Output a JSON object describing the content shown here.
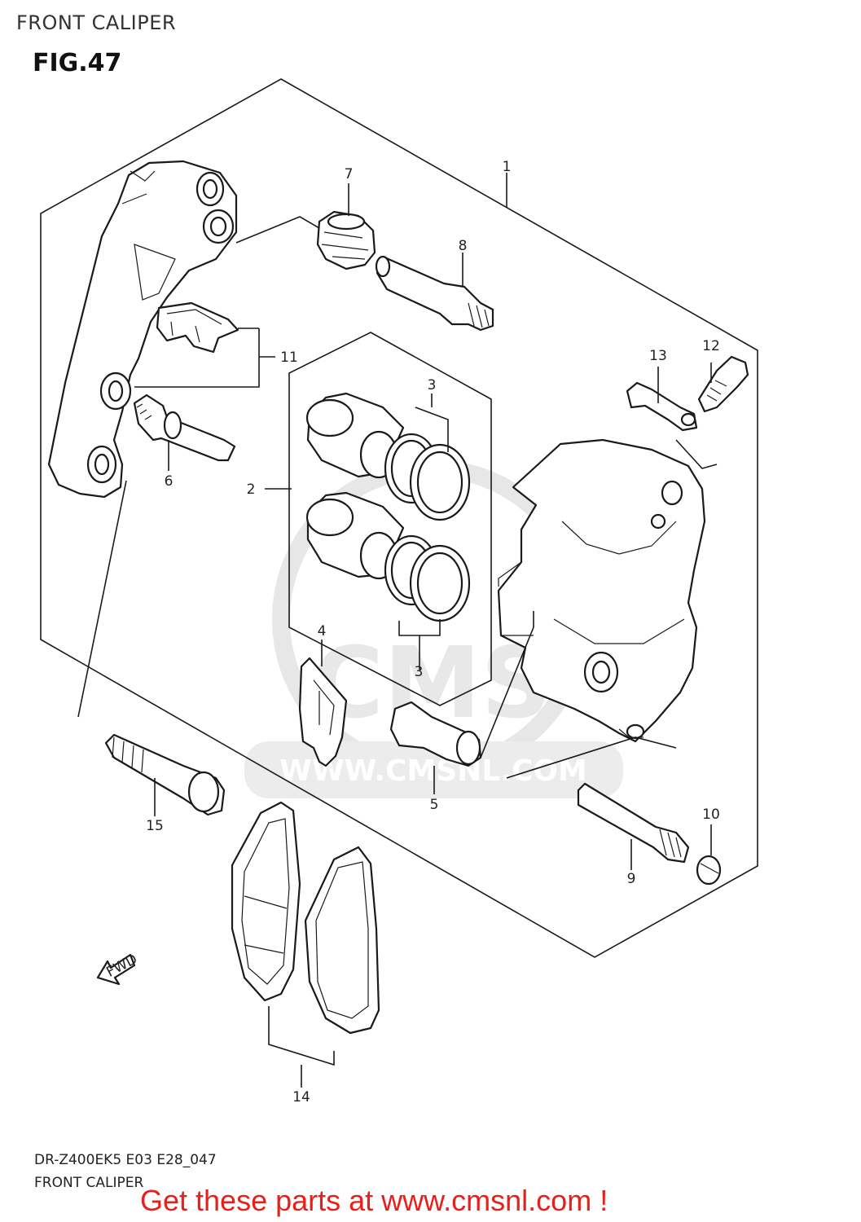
{
  "header": {
    "title": "FRONT CALIPER",
    "figure": "FIG.47"
  },
  "callouts": [
    "1",
    "2",
    "3",
    "3",
    "4",
    "5",
    "6",
    "7",
    "8",
    "9",
    "10",
    "11",
    "12",
    "13",
    "14",
    "15"
  ],
  "watermark": {
    "text": "WWW.CMSNL.COM",
    "brand": "CMS",
    "color": "#d9d9d9"
  },
  "direction_arrow": {
    "label": "FWD"
  },
  "footer": {
    "model_code": "DR-Z400EK5 E03 E28_047",
    "title": "FRONT CALIPER",
    "promo": "Get these parts at www.cmsnl.com !",
    "promo_color": "#e8201c"
  }
}
